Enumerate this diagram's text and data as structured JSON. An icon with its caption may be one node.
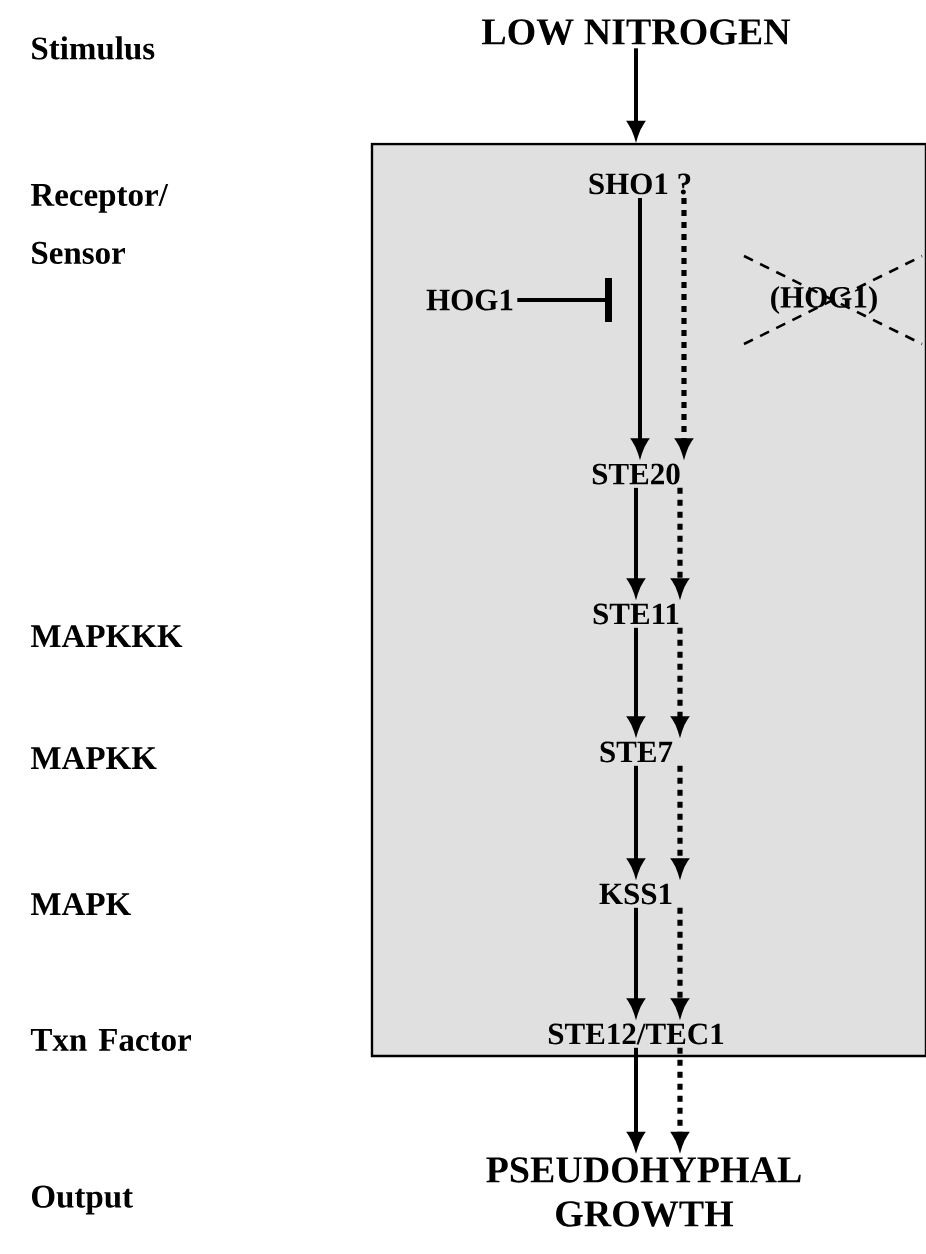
{
  "diagram": {
    "nodes": [
      {
        "text": [],
        "shape": "box"
      },
      {
        "text": [
          "LOW NITROGEN"
        ]
      },
      {
        "text": [
          "SHO1 ?"
        ],
        "in": 0
      },
      {
        "text": [
          "HOG1"
        ],
        "in": 0
      },
      {
        "text": [
          "STE20"
        ],
        "in": 0
      },
      {
        "text": [
          "STE11"
        ],
        "in": 0
      },
      {
        "text": [
          "STE7"
        ],
        "in": 0
      },
      {
        "text": [
          "KSS1"
        ],
        "in": 0
      },
      {
        "text": [
          "STE12/TEC1"
        ],
        "in": 0
      },
      {
        "text": [
          "PSEUDOHYPHAL GROWTH"
        ]
      }
    ],
    "edges": [
      {
        "from": 1,
        "to": 0,
        "arrow": "to"
      },
      {
        "from": 2,
        "to": 4,
        "arrow": "to"
      },
      {
        "from": 2,
        "to": 4,
        "arrow": "to",
        "style": "dashed"
      },
      {
        "from": 3,
        "to": null,
        "arrow": "other"
      },
      {
        "from": 4,
        "to": 5,
        "arrow": "to"
      },
      {
        "from": 4,
        "to": 5,
        "arrow": "to",
        "style": "dashed"
      },
      {
        "from": 5,
        "to": 6,
        "arrow": "to"
      },
      {
        "from": 5,
        "to": 6,
        "arrow": "to",
        "style": "dashed"
      },
      {
        "from": 6,
        "to": 7,
        "arrow": "to"
      },
      {
        "from": 6,
        "to": 7,
        "arrow": "to",
        "style": "dashed"
      },
      {
        "from": 7,
        "to": 8,
        "arrow": "to"
      },
      {
        "from": 7,
        "to": 8,
        "arrow": "to",
        "style": "dashed"
      },
      {
        "from": 8,
        "to": 9,
        "arrow": "to"
      },
      {
        "from": 8,
        "to": 9,
        "arrow": "to",
        "style": "dashed"
      }
    ],
    "labels": [
      "Stimulus",
      "Receptor/ Sensor",
      "(HOG1)",
      "MAPKKK",
      "MAPKK",
      "MAPK",
      "Txn Factor",
      "Output"
    ]
  }
}
